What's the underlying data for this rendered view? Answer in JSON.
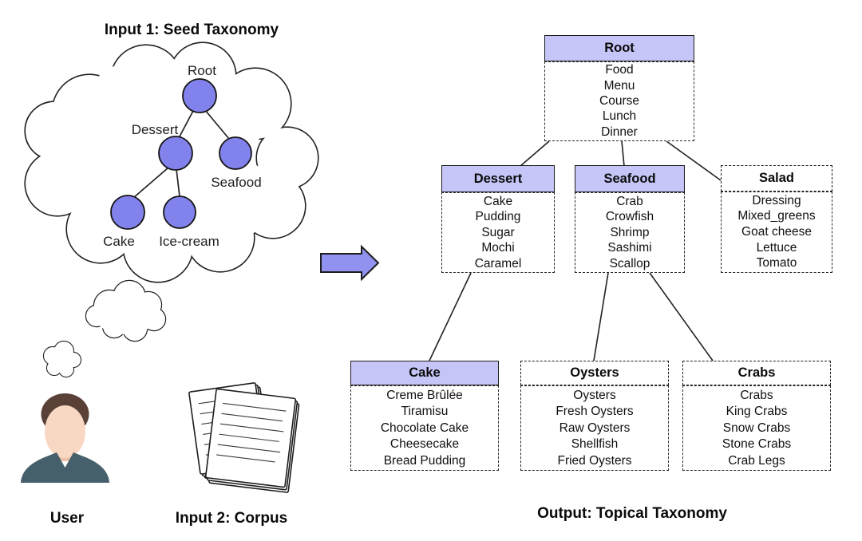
{
  "titles": {
    "input1": "Input 1: Seed Taxonomy",
    "input2": "Input 2: Corpus",
    "user": "User",
    "output": "Output: Topical Taxonomy"
  },
  "seed_taxonomy": {
    "nodes": [
      {
        "label": "Root"
      },
      {
        "label": "Dessert"
      },
      {
        "label": "Seafood"
      },
      {
        "label": "Cake"
      },
      {
        "label": "Ice-cream"
      }
    ],
    "edges": [
      "Root-Dessert",
      "Root-Seafood",
      "Dessert-Cake",
      "Dessert-Ice-cream"
    ]
  },
  "output_taxonomy": {
    "boxes": [
      {
        "title": "Root",
        "style": "seed",
        "items": [
          "Food",
          "Menu",
          "Course",
          "Lunch",
          "Dinner"
        ]
      },
      {
        "title": "Dessert",
        "style": "seed",
        "items": [
          "Cake",
          "Pudding",
          "Sugar",
          "Mochi",
          "Caramel"
        ]
      },
      {
        "title": "Seafood",
        "style": "seed",
        "items": [
          "Crab",
          "Crowfish",
          "Shrimp",
          "Sashimi",
          "Scallop"
        ]
      },
      {
        "title": "Salad",
        "style": "new",
        "items": [
          "Dressing",
          "Mixed_greens",
          "Goat cheese",
          "Lettuce",
          "Tomato"
        ]
      },
      {
        "title": "Cake",
        "style": "seed",
        "items": [
          "Creme Brûlée",
          "Tiramisu",
          "Chocolate Cake",
          "Cheesecake",
          "Bread Pudding"
        ]
      },
      {
        "title": "Oysters",
        "style": "new",
        "items": [
          "Oysters",
          "Fresh Oysters",
          "Raw Oysters",
          "Shellfish",
          "Fried Oysters"
        ]
      },
      {
        "title": "Crabs",
        "style": "new",
        "items": [
          "Crabs",
          "King Crabs",
          "Snow Crabs",
          "Stone Crabs",
          "Crab Legs"
        ]
      }
    ],
    "edges": [
      "Root-Dessert",
      "Root-Seafood",
      "Root-Salad",
      "Dessert-Cake",
      "Seafood-Oysters",
      "Seafood-Crabs"
    ]
  },
  "colors": {
    "node_fill": "#8282ec",
    "header_fill": "#c5c5f7",
    "arrow_fill": "#9191ef",
    "outline": "#1c1c1c"
  }
}
